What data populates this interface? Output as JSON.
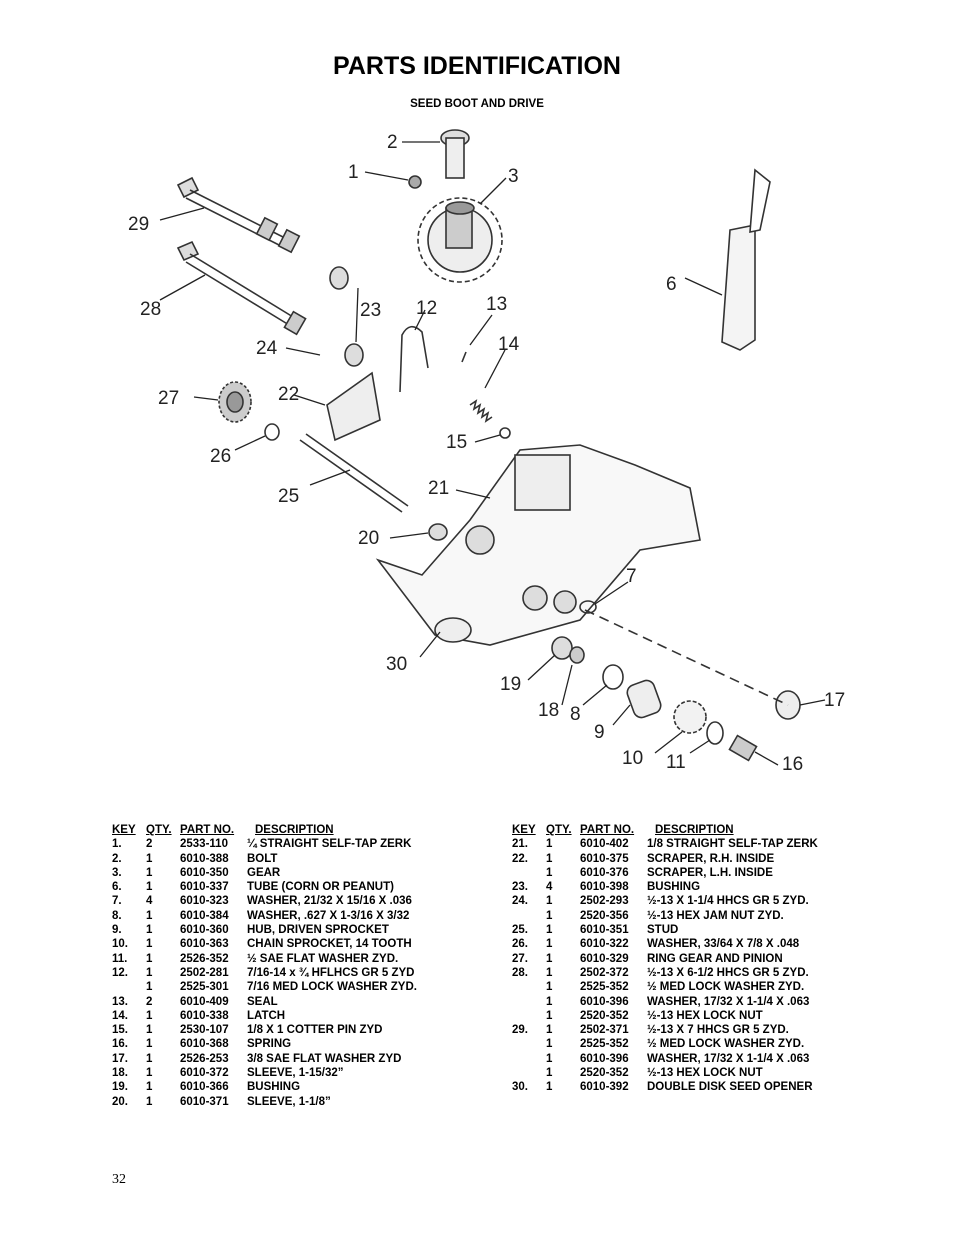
{
  "title": "PARTS IDENTIFICATION",
  "subtitle": "SEED BOOT AND DRIVE",
  "page_number": "32",
  "table_headers": {
    "key": "KEY",
    "qty": "QTY.",
    "part": "PART NO.",
    "desc": "DESCRIPTION"
  },
  "diagram_callouts": [
    "1",
    "2",
    "3",
    "6",
    "7",
    "8",
    "9",
    "10",
    "11",
    "12",
    "13",
    "14",
    "15",
    "16",
    "17",
    "18",
    "19",
    "20",
    "21",
    "22",
    "23",
    "24",
    "25",
    "26",
    "27",
    "28",
    "29",
    "30"
  ],
  "parts_left": [
    {
      "key": "1.",
      "qty": "2",
      "part": "2533-110",
      "desc": "¼ STRAIGHT SELF-TAP ZERK"
    },
    {
      "key": "2.",
      "qty": "1",
      "part": "6010-388",
      "desc": "BOLT"
    },
    {
      "key": "3.",
      "qty": "1",
      "part": "6010-350",
      "desc": "GEAR"
    },
    {
      "key": "6.",
      "qty": "1",
      "part": "6010-337",
      "desc": "TUBE (CORN OR PEANUT)"
    },
    {
      "key": "7.",
      "qty": "4",
      "part": "6010-323",
      "desc": "WASHER, 21/32 X 15/16 X .036"
    },
    {
      "key": "8.",
      "qty": "1",
      "part": "6010-384",
      "desc": "WASHER, .627 X 1-3/16 X 3/32"
    },
    {
      "key": "9.",
      "qty": "1",
      "part": "6010-360",
      "desc": "HUB, DRIVEN SPROCKET"
    },
    {
      "key": "10.",
      "qty": "1",
      "part": "6010-363",
      "desc": "CHAIN SPROCKET, 14 TOOTH"
    },
    {
      "key": "11.",
      "qty": "1",
      "part": "2526-352",
      "desc": "½ SAE FLAT WASHER ZYD."
    },
    {
      "key": "12.",
      "qty": "1",
      "part": "2502-281",
      "desc": "7/16-14 x ¾ HFLHCS GR 5 ZYD"
    },
    {
      "key": "",
      "qty": "1",
      "part": "2525-301",
      "desc": "7/16 MED LOCK WASHER ZYD."
    },
    {
      "key": "13.",
      "qty": "2",
      "part": "6010-409",
      "desc": "SEAL"
    },
    {
      "key": "14.",
      "qty": "1",
      "part": "6010-338",
      "desc": "LATCH"
    },
    {
      "key": "15.",
      "qty": "1",
      "part": "2530-107",
      "desc": "1/8 X 1 COTTER PIN ZYD"
    },
    {
      "key": "16.",
      "qty": "1",
      "part": "6010-368",
      "desc": "SPRING"
    },
    {
      "key": "17.",
      "qty": "1",
      "part": "2526-253",
      "desc": "3/8 SAE FLAT WASHER ZYD"
    },
    {
      "key": "18.",
      "qty": "1",
      "part": "6010-372",
      "desc": "SLEEVE, 1-15/32”"
    },
    {
      "key": "19.",
      "qty": "1",
      "part": "6010-366",
      "desc": "BUSHING"
    },
    {
      "key": "20.",
      "qty": "1",
      "part": "6010-371",
      "desc": "SLEEVE, 1-1/8”"
    }
  ],
  "parts_right": [
    {
      "key": "21.",
      "qty": "1",
      "part": "6010-402",
      "desc": "1/8 STRAIGHT SELF-TAP ZERK"
    },
    {
      "key": "22.",
      "qty": "1",
      "part": "6010-375",
      "desc": "SCRAPER, R.H. INSIDE"
    },
    {
      "key": "",
      "qty": "1",
      "part": "6010-376",
      "desc": "SCRAPER, L.H. INSIDE"
    },
    {
      "key": "23.",
      "qty": "4",
      "part": "6010-398",
      "desc": "BUSHING"
    },
    {
      "key": "24.",
      "qty": "1",
      "part": "2502-293",
      "desc": "½-13 X 1-1/4 HHCS GR 5 ZYD."
    },
    {
      "key": "",
      "qty": "1",
      "part": "2520-356",
      "desc": "½-13 HEX JAM NUT ZYD."
    },
    {
      "key": "25.",
      "qty": "1",
      "part": "6010-351",
      "desc": "STUD"
    },
    {
      "key": "26.",
      "qty": "1",
      "part": "6010-322",
      "desc": "WASHER, 33/64 X 7/8 X .048"
    },
    {
      "key": "27.",
      "qty": "1",
      "part": "6010-329",
      "desc": "RING GEAR AND PINION"
    },
    {
      "key": "28.",
      "qty": "1",
      "part": "2502-372",
      "desc": "½-13 X 6-1/2 HHCS GR 5 ZYD."
    },
    {
      "key": "",
      "qty": "1",
      "part": "2525-352",
      "desc": "½ MED LOCK WASHER ZYD."
    },
    {
      "key": "",
      "qty": "1",
      "part": "6010-396",
      "desc": "WASHER, 17/32 X 1-1/4 X .063"
    },
    {
      "key": "",
      "qty": "1",
      "part": "2520-352",
      "desc": "½-13 HEX LOCK NUT"
    },
    {
      "key": "29.",
      "qty": "1",
      "part": "2502-371",
      "desc": "½-13 X 7 HHCS GR 5 ZYD."
    },
    {
      "key": "",
      "qty": "1",
      "part": "2525-352",
      "desc": "½ MED LOCK WASHER ZYD."
    },
    {
      "key": "",
      "qty": "1",
      "part": "6010-396",
      "desc": "WASHER, 17/32 X 1-1/4 X .063"
    },
    {
      "key": "",
      "qty": "1",
      "part": "2520-352",
      "desc": "½-13 HEX LOCK NUT"
    },
    {
      "key": "30.",
      "qty": "1",
      "part": "6010-392",
      "desc": "DOUBLE DISK SEED OPENER"
    }
  ]
}
